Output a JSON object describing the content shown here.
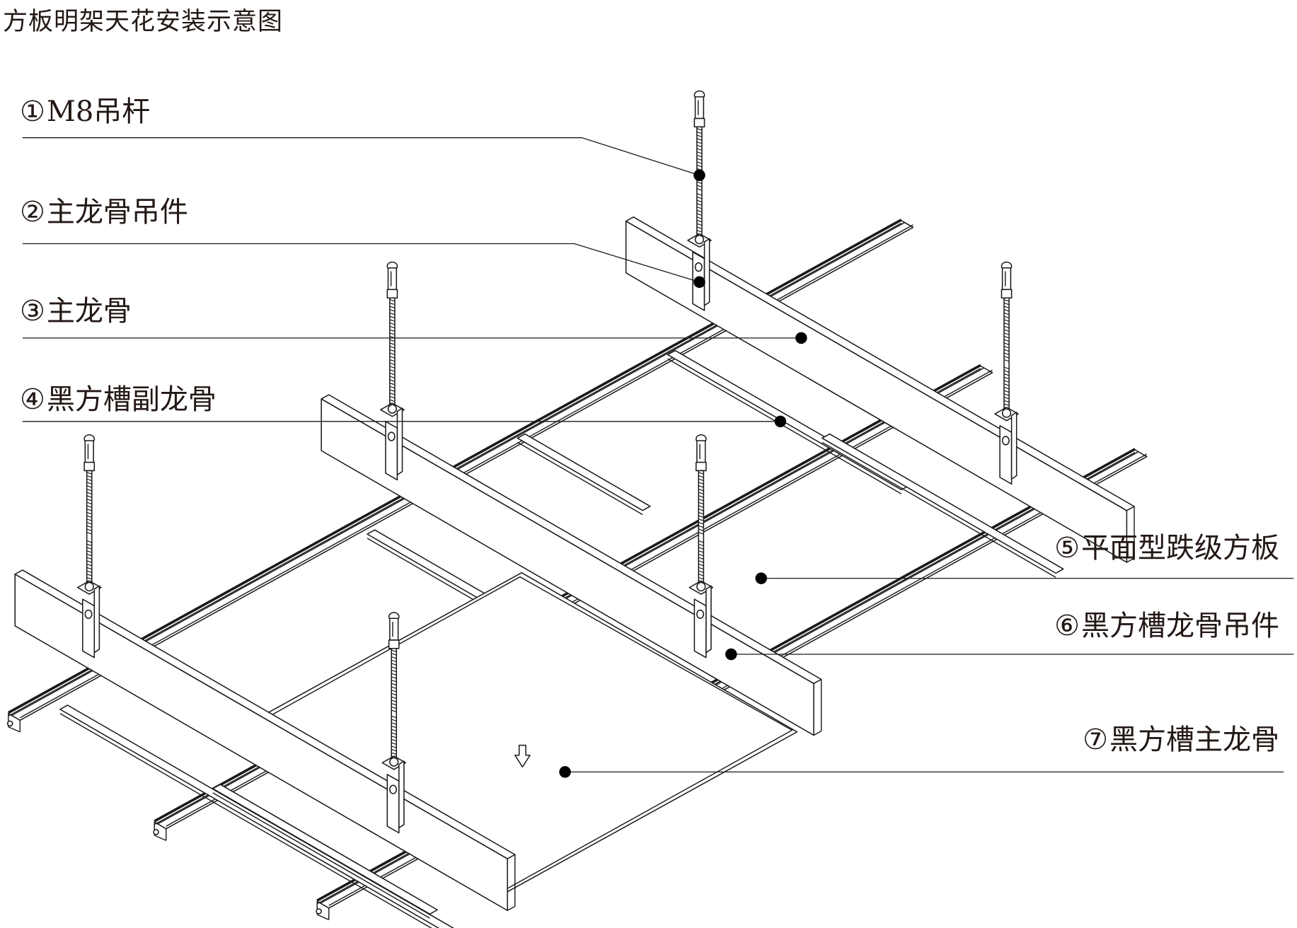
{
  "title": "方板明架天花安装示意图",
  "callouts": [
    {
      "number": "①",
      "text": "M8吊杆"
    },
    {
      "number": "②",
      "text": "主龙骨吊件"
    },
    {
      "number": "③",
      "text": "主龙骨"
    },
    {
      "number": "④",
      "text": "黑方槽副龙骨"
    },
    {
      "number": "⑤",
      "text": "平面型跌级方板"
    },
    {
      "number": "⑥",
      "text": "黑方槽龙骨吊件"
    },
    {
      "number": "⑦",
      "text": "黑方槽主龙骨"
    }
  ],
  "icons": {
    "install_arrow": "down-arrow-icon"
  }
}
